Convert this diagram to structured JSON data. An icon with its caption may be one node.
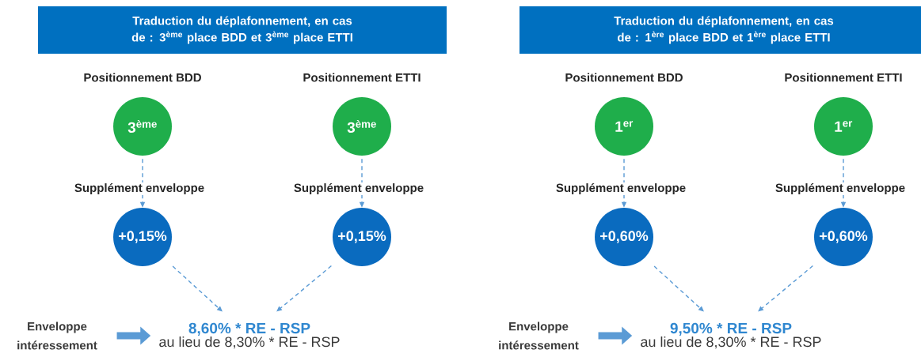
{
  "diagram": {
    "nodes": [
      {
        "text": [
          "Traduction du déplafonnement, en cas de : 3$^{ème}$ place BDD et 3$^{ème}$ place ETTI"
        ]
      },
      {
        "text": [
          "3$^{ème}$"
        ],
        "beside": [
          "Positionnement BDD"
        ]
      },
      {
        "text": [
          "+0,15%"
        ],
        "beside": [
          "Supplément enveloppe"
        ]
      },
      {
        "text": [
          "3$^{ème}$"
        ],
        "beside": [
          "Positionnement ETTI"
        ]
      },
      {
        "text": [
          "+0,15%"
        ],
        "beside": [
          "Supplément enveloppe"
        ]
      },
      {
        "text": [
          "Enveloppe intéressement"
        ]
      },
      {
        "text": [
          "8,60% * RE - RSP",
          "au lieu de 8,30% * RE - RSP"
        ]
      },
      {
        "text": [
          "Traduction du déplafonnement, en cas de : 1$^{ère}$ place BDD et 1$^{ère}$ place ETTI"
        ]
      },
      {
        "text": [
          "1$^{er}$"
        ],
        "beside": [
          "Positionnement BDD"
        ]
      },
      {
        "text": [
          "+0,60%"
        ],
        "beside": [
          "Supplément enveloppe"
        ]
      },
      {
        "text": [
          "1$^{er}$"
        ],
        "beside": [
          "Positionnement ETTI"
        ]
      },
      {
        "text": [
          "+0,60%"
        ],
        "beside": [
          "Supplément enveloppe"
        ]
      },
      {
        "text": [
          "Enveloppe intéressement"
        ]
      },
      {
        "text": [
          "9,50% * RE - RSP",
          "au lieu de 8,30% * RE - RSP"
        ]
      }
    ],
    "edges": [
      {
        "from": 1,
        "to": 2,
        "arrow": "to",
        "style": "dashed"
      },
      {
        "from": 3,
        "to": 4,
        "arrow": "to",
        "style": "dashed"
      },
      {
        "from": 2,
        "to": 6,
        "arrow": "to",
        "style": "dashed"
      },
      {
        "from": 4,
        "to": 6,
        "arrow": "to",
        "style": "dashed"
      },
      {
        "from": 5,
        "to": 6,
        "arrow": "to",
        "style": "thick"
      },
      {
        "from": 8,
        "to": 9,
        "arrow": "to",
        "style": "dashed"
      },
      {
        "from": 10,
        "to": 11,
        "arrow": "to",
        "style": "dashed"
      },
      {
        "from": 9,
        "to": 13,
        "arrow": "to",
        "style": "dashed"
      },
      {
        "from": 11,
        "to": 13,
        "arrow": "to",
        "style": "dashed"
      },
      {
        "from": 12,
        "to": 13,
        "arrow": "to",
        "style": "thick"
      }
    ]
  }
}
